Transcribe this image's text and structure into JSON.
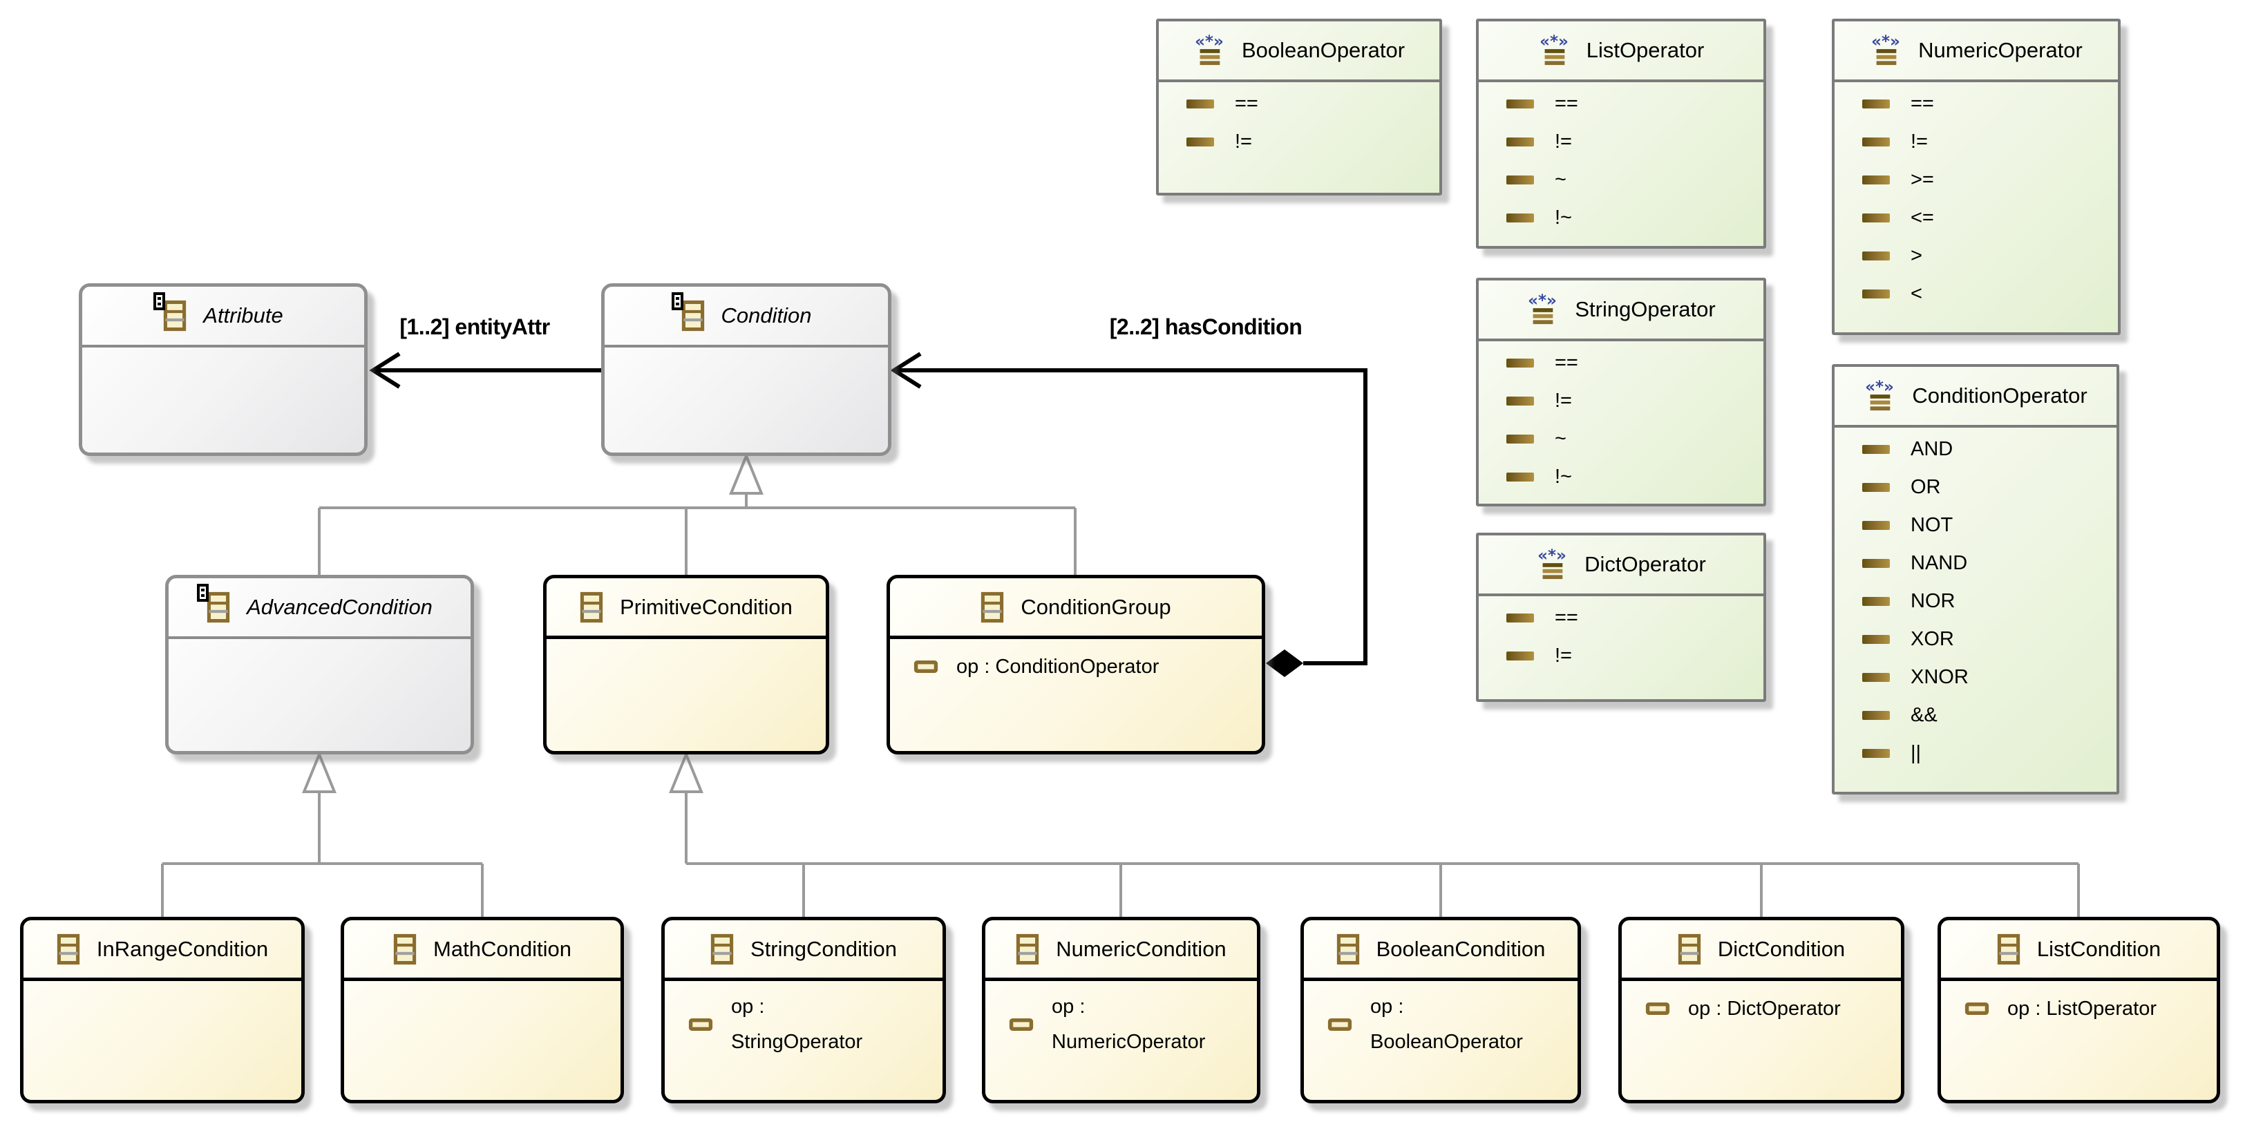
{
  "diagram": {
    "kind": "UML class diagram",
    "classes": [
      {
        "name": "Attribute",
        "abstract": true,
        "attributes": []
      },
      {
        "name": "Condition",
        "abstract": true,
        "attributes": []
      },
      {
        "name": "AdvancedCondition",
        "abstract": true,
        "attributes": []
      },
      {
        "name": "PrimitiveCondition",
        "abstract": false,
        "attributes": []
      },
      {
        "name": "ConditionGroup",
        "abstract": false,
        "attributes": [
          "op : ConditionOperator"
        ]
      },
      {
        "name": "InRangeCondition",
        "abstract": false,
        "attributes": []
      },
      {
        "name": "MathCondition",
        "abstract": false,
        "attributes": []
      },
      {
        "name": "StringCondition",
        "abstract": false,
        "attributes": [
          "op : StringOperator"
        ]
      },
      {
        "name": "NumericCondition",
        "abstract": false,
        "attributes": [
          "op : NumericOperator"
        ]
      },
      {
        "name": "BooleanCondition",
        "abstract": false,
        "attributes": [
          "op : BooleanOperator"
        ]
      },
      {
        "name": "DictCondition",
        "abstract": false,
        "attributes": [
          "op : DictOperator"
        ]
      },
      {
        "name": "ListCondition",
        "abstract": false,
        "attributes": [
          "op : ListOperator"
        ]
      }
    ],
    "enumerations": [
      {
        "name": "BooleanOperator",
        "literals": [
          "==",
          "!="
        ]
      },
      {
        "name": "ListOperator",
        "literals": [
          "==",
          "!=",
          "~",
          "!~"
        ]
      },
      {
        "name": "NumericOperator",
        "literals": [
          "==",
          "!=",
          ">=",
          "<=",
          ">",
          "<"
        ]
      },
      {
        "name": "StringOperator",
        "literals": [
          "==",
          "!=",
          "~",
          "!~"
        ]
      },
      {
        "name": "DictOperator",
        "literals": [
          "==",
          "!="
        ]
      },
      {
        "name": "ConditionOperator",
        "literals": [
          "AND",
          "OR",
          "NOT",
          "NAND",
          "NOR",
          "XOR",
          "XNOR",
          "&&",
          "||"
        ]
      }
    ],
    "edges": {
      "entity_attr": {
        "label": "[1..2] entityAttr",
        "type": "association",
        "from": "Condition",
        "to": "Attribute"
      },
      "has_condition": {
        "label": "[2..2] hasCondition",
        "type": "composition",
        "from": "ConditionGroup",
        "to": "Condition"
      }
    },
    "generalizations": [
      {
        "parent": "Condition",
        "children": [
          "AdvancedCondition",
          "PrimitiveCondition",
          "ConditionGroup"
        ]
      },
      {
        "parent": "AdvancedCondition",
        "children": [
          "InRangeCondition",
          "MathCondition"
        ]
      },
      {
        "parent": "PrimitiveCondition",
        "children": [
          "StringCondition",
          "NumericCondition",
          "BooleanCondition",
          "DictCondition",
          "ListCondition"
        ]
      }
    ],
    "colors": {
      "enum_fill": "#e2efd0",
      "enum_border": "#7b7b7b",
      "class_fill": "#f9f0c9",
      "class_border": "#000000",
      "abstract_fill": "#e5e5e7",
      "abstract_border": "#8f8f8f",
      "association_line": "#000000",
      "generalization_line": "#9a9a9a",
      "icon_gold": "#8a6d2f",
      "enum_icon_blue": "#39499e"
    }
  }
}
